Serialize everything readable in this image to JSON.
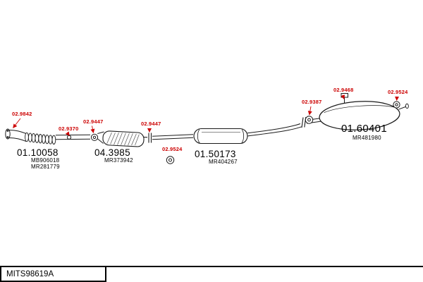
{
  "diagram": {
    "accent_color": "#cc0000",
    "line_color": "#1a1a1a",
    "callouts": [
      {
        "code": "02.9842"
      },
      {
        "code": "02.9370"
      },
      {
        "code": "02.9447"
      },
      {
        "code": "02.9447"
      },
      {
        "code": "02.9524"
      },
      {
        "code": "02.9387"
      },
      {
        "code": "02.9468"
      },
      {
        "code": "02.9524"
      }
    ],
    "parts": [
      {
        "code": "01.10058",
        "refs": [
          "MB906018",
          "MR281779"
        ]
      },
      {
        "code": "04.3985",
        "refs": [
          "MR373942"
        ]
      },
      {
        "code": "01.50173",
        "refs": [
          "MR404267"
        ]
      },
      {
        "code": "01.60401",
        "refs": [
          "MR481980"
        ]
      }
    ]
  },
  "footer": {
    "catalog_id": "MITS98619A"
  }
}
